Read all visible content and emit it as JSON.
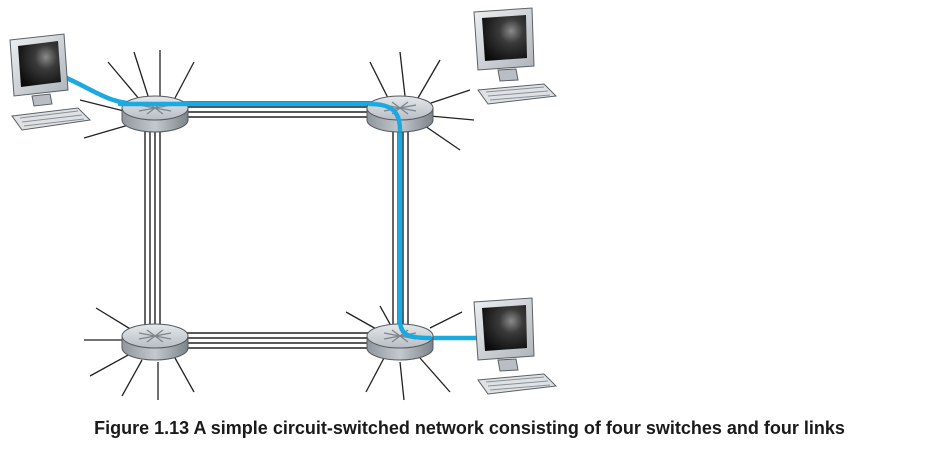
{
  "figure": {
    "caption": "Figure 1.13 A simple circuit-switched network consisting of four switches and four links"
  },
  "network": {
    "switch_count": 4,
    "link_count": 4,
    "host_count": 3,
    "wires_per_link": 4,
    "colors": {
      "circuit": "#1ba9e1",
      "link": "#222222",
      "switch_top": "#c9cfd4",
      "switch_side": "#8e969d",
      "monitor_body": "#d4d8dc",
      "screen_dark": "#151515"
    }
  }
}
